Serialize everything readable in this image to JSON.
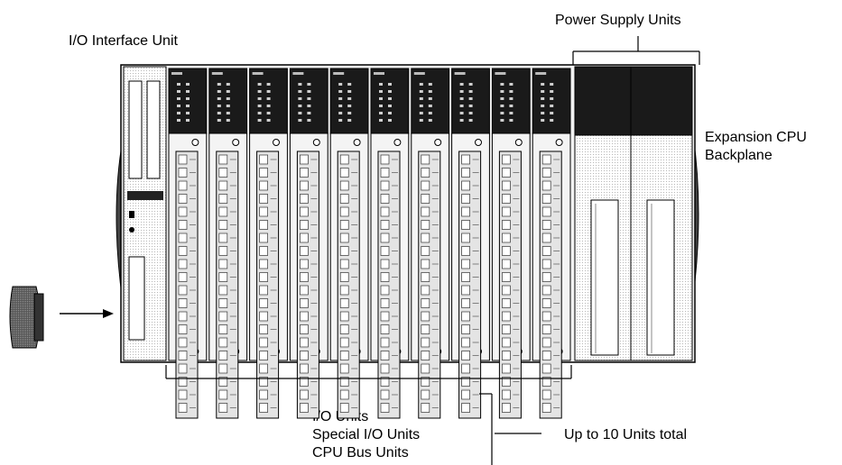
{
  "labels": {
    "io_interface_unit": "I/O Interface Unit",
    "power_supply_units": "Power Supply Units",
    "expansion_cpu_backplane": [
      "Expansion CPU",
      "Backplane"
    ],
    "unit_types": [
      "I/O Units",
      "Special I/O Units",
      "CPU Bus Units"
    ],
    "max_units": "Up to 10 Units total"
  },
  "diagram": {
    "io_unit_count": 10,
    "power_supply_unit_count": 2
  }
}
